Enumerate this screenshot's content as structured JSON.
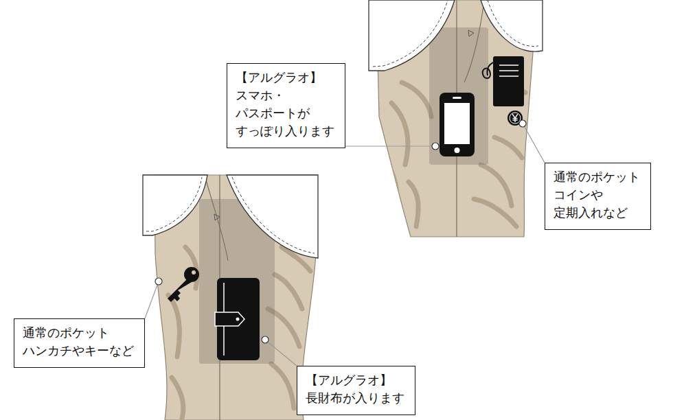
{
  "diagram": {
    "nodes": [
      {
        "text": [
          "【アルグラオ】",
          "スマホ・パスポートが すっぽり入ります"
        ]
      },
      {
        "text": [
          "通常のポケット コインや 定期入れなど"
        ]
      },
      {
        "text": [
          "通常のポケット ハンカチやキーなど"
        ]
      },
      {
        "text": [
          "【アルグラオ】",
          "長財布が入ります"
        ]
      }
    ]
  }
}
